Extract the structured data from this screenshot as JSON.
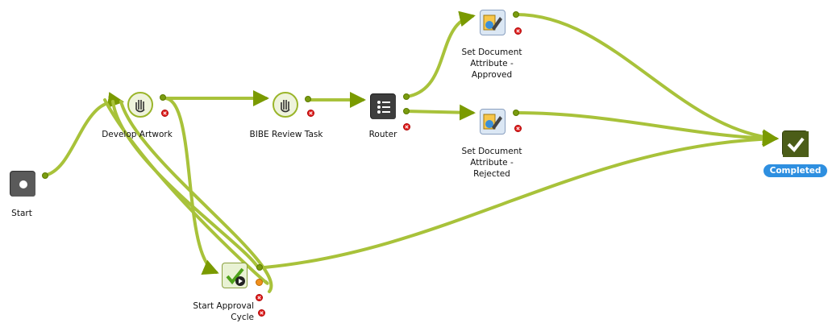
{
  "nodes": {
    "start": {
      "label": "Start",
      "icon": "start-icon"
    },
    "develop_artwork": {
      "label": "Develop Artwork",
      "icon": "hand-task-icon"
    },
    "bibe_review": {
      "label": "BIBE Review Task",
      "icon": "hand-task-icon"
    },
    "router": {
      "label": "Router",
      "icon": "router-icon"
    },
    "set_approved": {
      "label": "Set Document\nAttribute -\nApproved",
      "icon": "edit-document-icon"
    },
    "set_rejected": {
      "label": "Set Document\nAttribute -\nRejected",
      "icon": "edit-document-icon"
    },
    "start_approval": {
      "label": "Start Approval\nCycle",
      "icon": "approval-cycle-icon"
    },
    "completed": {
      "label": "Completed",
      "icon": "checkmark-icon"
    }
  },
  "colors": {
    "connector": "#8aaa10",
    "connector_dark": "#6d8a00",
    "completed_pill": "#2e8fe0",
    "error_badge": "#e02020",
    "warning_badge": "#f0901e"
  }
}
